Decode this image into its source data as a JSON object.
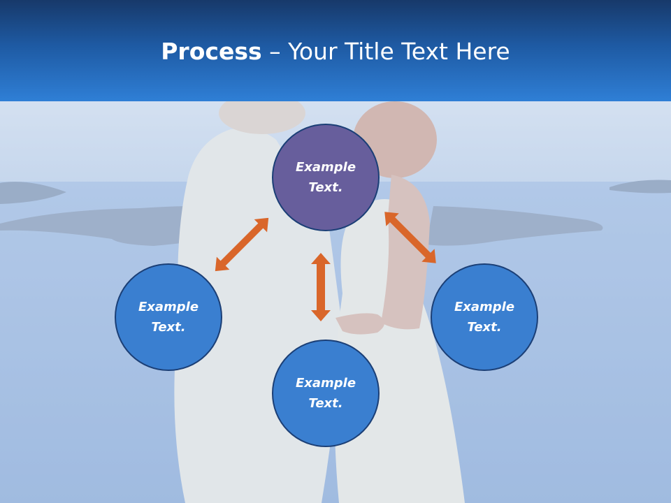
{
  "header": {
    "title_bold": "Process",
    "title_rest": " – Your Title Text Here"
  },
  "nodes": {
    "top": "Example\nText.",
    "left": "Example\nText.",
    "right": "Example\nText.",
    "bottom": "Example\nText."
  },
  "colors": {
    "header_dark": "#17396a",
    "header_light": "#2f7fd6",
    "node_top": "#675e9c",
    "node_blue": "#3a7fd0",
    "arrow": "#d9662a"
  }
}
